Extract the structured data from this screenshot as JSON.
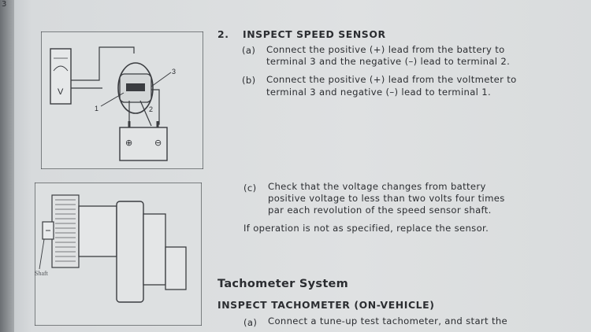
{
  "step": {
    "number": "2.",
    "title": "INSPECT SPEED SENSOR"
  },
  "instructions": [
    {
      "label": "(a)",
      "lines": [
        "Connect the positive (+) lead from the battery to",
        "terminal 3 and the negative (–) lead to terminal 2."
      ]
    },
    {
      "label": "(b)",
      "lines": [
        "Connect the positive (+) lead from the voltmeter to",
        "terminal 3 and negative (–) lead to terminal 1."
      ]
    },
    {
      "label": "(c)",
      "lines": [
        "Check that the voltage changes from battery",
        "positive voltage to less than two volts four times",
        "par each revolution of the speed sensor shaft."
      ]
    }
  ],
  "note": "If operation is not as specified, replace the sensor.",
  "section_title": "Tachometer System",
  "subsection": {
    "title": "INSPECT TACHOMETER (ON-VEHICLE)",
    "step": {
      "label": "(a)",
      "text": "Connect a tune-up test tachometer, and start the"
    }
  },
  "figure1": {
    "voltmeter_label": "V",
    "terminal_labels": [
      "1",
      "2",
      "3"
    ],
    "battery_symbols": [
      "⊕",
      "⊖"
    ]
  },
  "figure2": {
    "shaft_label": "Shaft"
  },
  "edge_number": "3"
}
